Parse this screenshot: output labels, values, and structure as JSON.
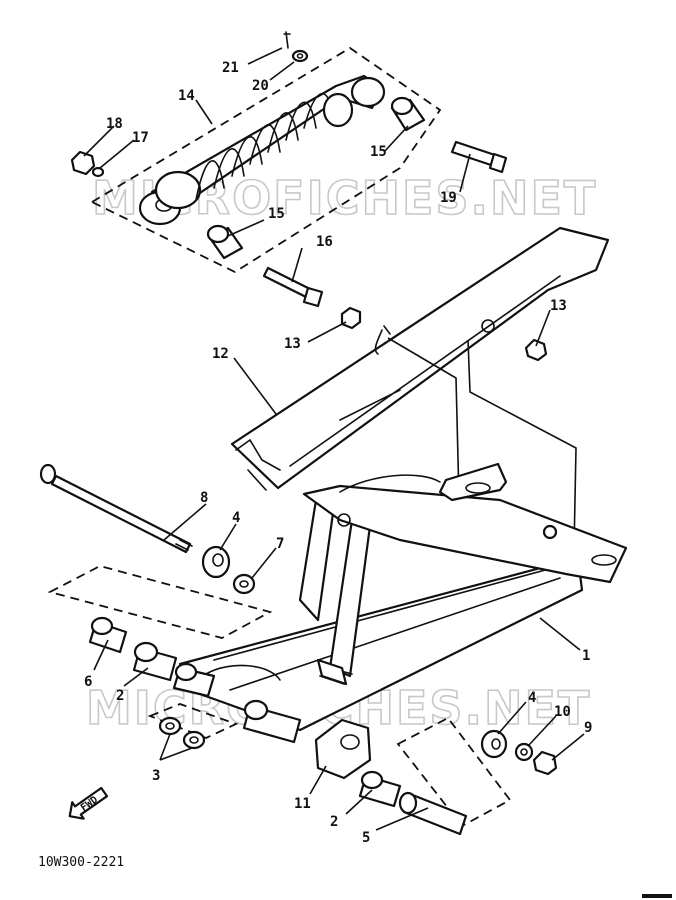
{
  "diagram_code": "10W300-2221",
  "watermark_text": "MICROFICHES.NET",
  "forward_label": "FWD",
  "callouts": [
    {
      "id": "c21",
      "label": "21"
    },
    {
      "id": "c20",
      "label": "20"
    },
    {
      "id": "c14",
      "label": "14"
    },
    {
      "id": "c18",
      "label": "18"
    },
    {
      "id": "c17",
      "label": "17"
    },
    {
      "id": "c15a",
      "label": "15"
    },
    {
      "id": "c19",
      "label": "19"
    },
    {
      "id": "c15b",
      "label": "15"
    },
    {
      "id": "c16",
      "label": "16"
    },
    {
      "id": "c13a",
      "label": "13"
    },
    {
      "id": "c13b",
      "label": "13"
    },
    {
      "id": "c12",
      "label": "12"
    },
    {
      "id": "c8",
      "label": "8"
    },
    {
      "id": "c4a",
      "label": "4"
    },
    {
      "id": "c7",
      "label": "7"
    },
    {
      "id": "c1",
      "label": "1"
    },
    {
      "id": "c6",
      "label": "6"
    },
    {
      "id": "c2a",
      "label": "2"
    },
    {
      "id": "c3",
      "label": "3"
    },
    {
      "id": "c4b",
      "label": "4"
    },
    {
      "id": "c10",
      "label": "10"
    },
    {
      "id": "c9",
      "label": "9"
    },
    {
      "id": "c11",
      "label": "11"
    },
    {
      "id": "c2b",
      "label": "2"
    },
    {
      "id": "c5",
      "label": "5"
    }
  ]
}
